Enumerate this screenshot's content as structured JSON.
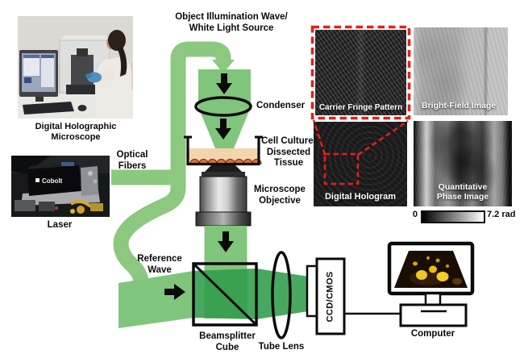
{
  "figure": {
    "description": "Digital holographic microscopy setup schematic"
  },
  "colors": {
    "beam_green": "#80c57c",
    "beam_dark_green": "#2f9c49",
    "fiber_green": "#8cc87f",
    "callout_red": "#e1201b",
    "arrow_black": "#0a0a0a"
  },
  "photos": {
    "microscope": {
      "caption": "Digital Holographic Microscope"
    },
    "laser": {
      "caption": "Laser",
      "device_label": "Cobolt"
    }
  },
  "labels": {
    "object_illumination": [
      "Object Illumination Wave/",
      "White Light Source"
    ],
    "condenser": "Condenser",
    "cell_culture": [
      "Cell Culture/",
      "Dissected",
      "Tissue"
    ],
    "microscope_objective": [
      "Microscope",
      "Objective"
    ],
    "optical_fibers": [
      "Optical",
      "Fibers"
    ],
    "reference_wave": [
      "Reference",
      "Wave"
    ],
    "beamsplitter": [
      "Beamsplitter",
      "Cube"
    ],
    "tube_lens": "Tube Lens",
    "ccd": "CCD/CMOS",
    "computer": "Computer"
  },
  "panels": {
    "carrier_fringe": {
      "label": "Carrier Fringe Pattern"
    },
    "bright_field": {
      "label": "Bright-Field Image"
    },
    "digital_hologram": {
      "label": "Digital Hologram"
    },
    "quantitative_phase": {
      "label": [
        "Quantitative",
        "Phase Image"
      ]
    }
  },
  "colorbar": {
    "min": "0",
    "max": "7.2 rad"
  }
}
